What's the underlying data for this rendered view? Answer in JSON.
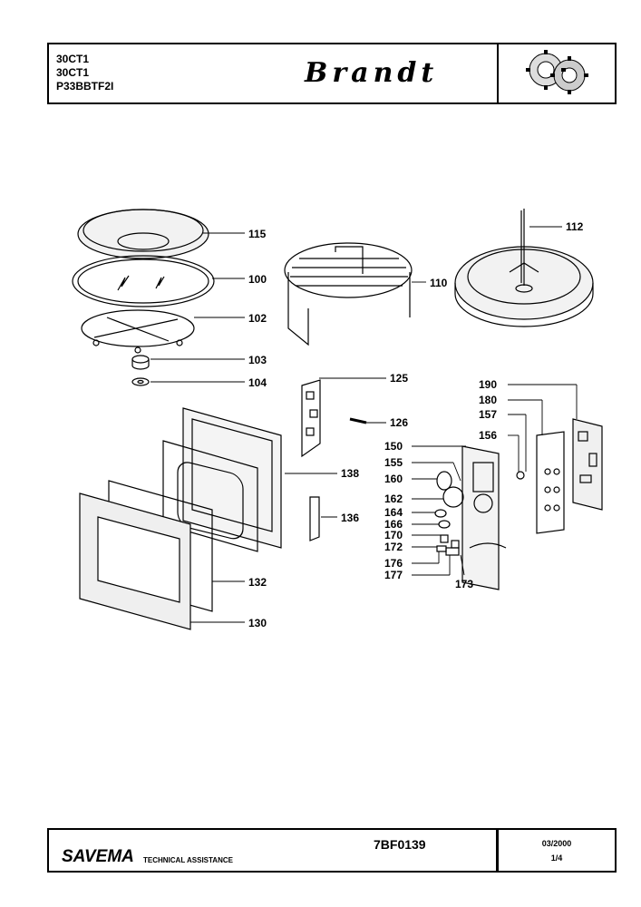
{
  "header": {
    "models": [
      "30CT1",
      "30CT1",
      "P33BBTF2I"
    ],
    "brand": "Brandt",
    "logo_icon": "gears-logo-icon"
  },
  "parts": {
    "p115": "115",
    "p100": "100",
    "p102": "102",
    "p103": "103",
    "p104": "104",
    "p110": "110",
    "p112": "112",
    "p125": "125",
    "p126": "126",
    "p138": "138",
    "p136": "136",
    "p132": "132",
    "p130": "130",
    "p190": "190",
    "p180": "180",
    "p157": "157",
    "p156": "156",
    "p150": "150",
    "p155": "155",
    "p160": "160",
    "p162": "162",
    "p164": "164",
    "p166": "166",
    "p170": "170",
    "p172": "172",
    "p176": "176",
    "p177": "177",
    "p173": "173"
  },
  "footer": {
    "company": "SAVEMA",
    "subtitle": "TECHNICAL ASSISTANCE",
    "doc_ref": "7BF0139",
    "date": "03/2000",
    "page": "1/4"
  }
}
